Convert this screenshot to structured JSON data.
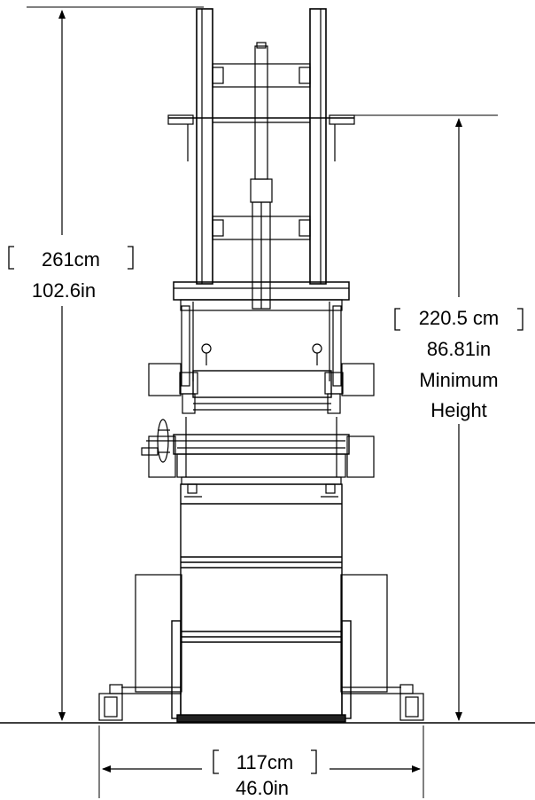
{
  "overall_height": {
    "metric": "261cm",
    "imperial": "102.6in"
  },
  "minimum_height": {
    "metric": "220.5 cm",
    "imperial": "86.81in",
    "label_line1": "Minimum",
    "label_line2": "Height"
  },
  "width": {
    "metric": "117cm",
    "imperial": "46.0in"
  },
  "colors": {
    "line": "#000000",
    "background": "#ffffff"
  }
}
